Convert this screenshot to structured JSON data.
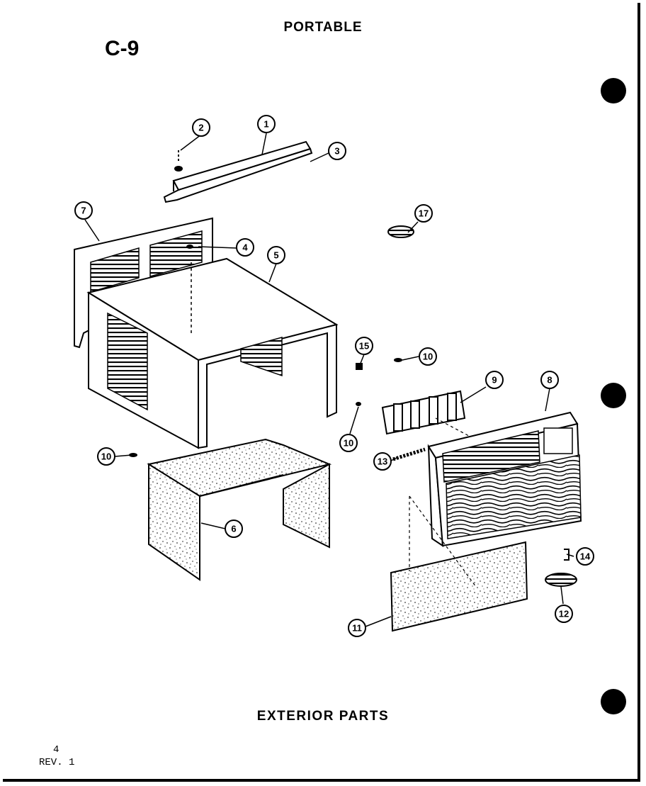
{
  "header": {
    "title": "PORTABLE",
    "page_code": "C-9"
  },
  "footer": {
    "title": "EXTERIOR PARTS",
    "page_number": "4",
    "revision": "REV. 1"
  },
  "callouts": [
    {
      "id": "callout-1",
      "label": "1"
    },
    {
      "id": "callout-2",
      "label": "2"
    },
    {
      "id": "callout-3",
      "label": "3"
    },
    {
      "id": "callout-4",
      "label": "4"
    },
    {
      "id": "callout-5",
      "label": "5"
    },
    {
      "id": "callout-6",
      "label": "6"
    },
    {
      "id": "callout-7",
      "label": "7"
    },
    {
      "id": "callout-8",
      "label": "8"
    },
    {
      "id": "callout-9",
      "label": "9"
    },
    {
      "id": "callout-10a",
      "label": "10"
    },
    {
      "id": "callout-10b",
      "label": "10"
    },
    {
      "id": "callout-10c",
      "label": "10"
    },
    {
      "id": "callout-11",
      "label": "11"
    },
    {
      "id": "callout-12",
      "label": "12"
    },
    {
      "id": "callout-13",
      "label": "13"
    },
    {
      "id": "callout-14",
      "label": "14"
    },
    {
      "id": "callout-15",
      "label": "15"
    },
    {
      "id": "callout-17",
      "label": "17"
    }
  ],
  "colors": {
    "ink": "#000000",
    "paper": "#ffffff"
  }
}
